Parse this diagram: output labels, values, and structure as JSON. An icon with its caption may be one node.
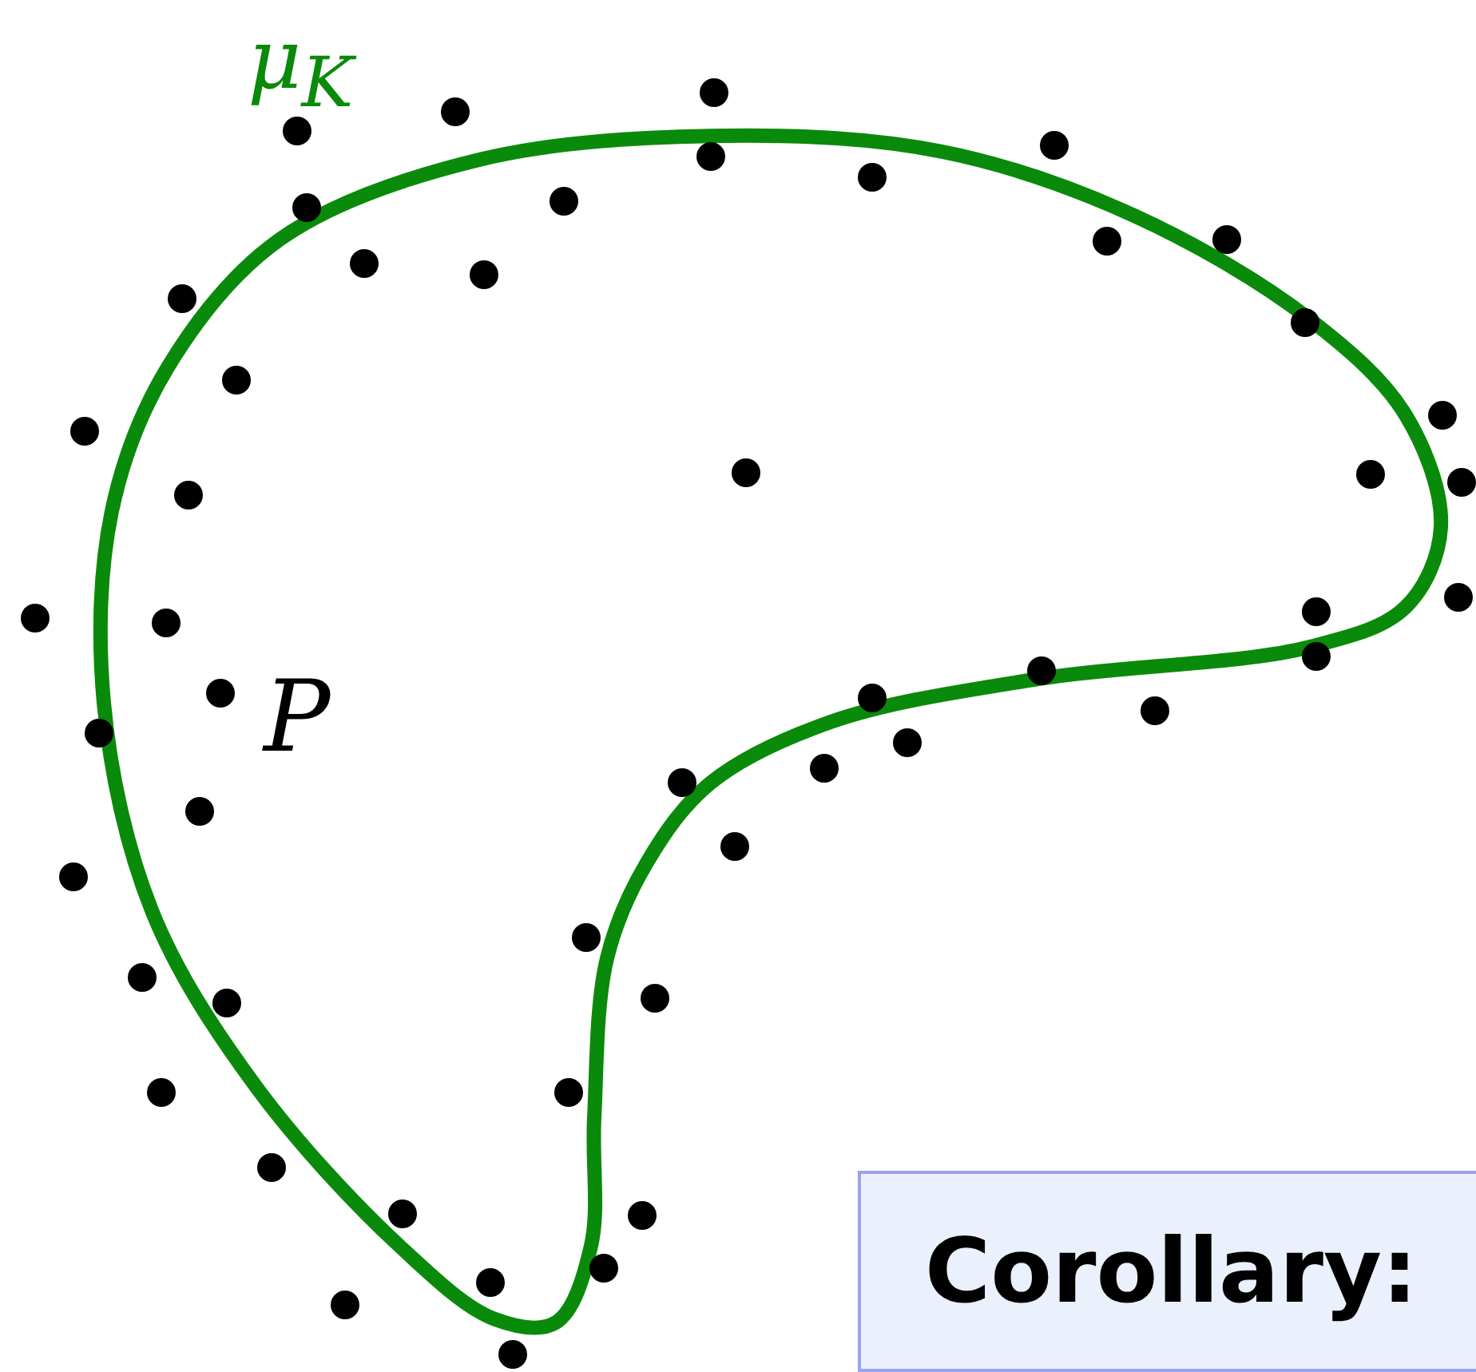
{
  "diagram": {
    "nodes": [
      {
        "text": [
          "Corollary:"
        ]
      }
    ],
    "labels": [
      "μ$_{K}$",
      "P"
    ]
  }
}
